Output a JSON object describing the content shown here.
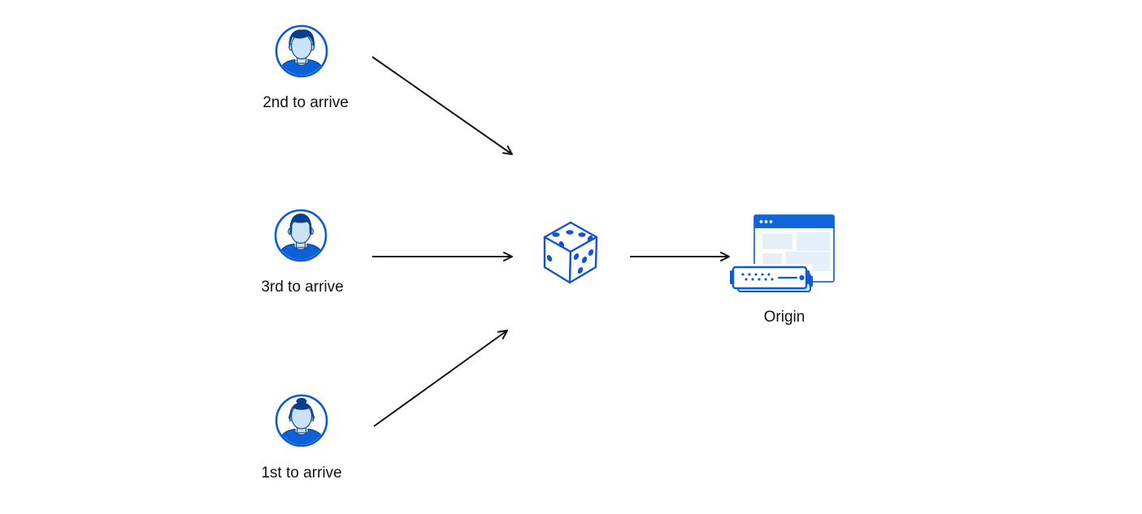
{
  "diagram": {
    "title_hint": "random-steering-to-origin-diagram",
    "colors": {
      "primary_blue": "#0B5CD5",
      "header_blue": "#1065DD",
      "dark_navy": "#0A3F8F",
      "outline_navy": "#17477E",
      "face_light_blue": "#C9E2F6",
      "pale_block_blue": "#E4EFF9",
      "server_shadow_blue": "#D4E8F8",
      "arrow_black": "#141414",
      "background": "#FFFFFF"
    },
    "nodes": {
      "user_second": {
        "label": "2nd to arrive",
        "icon": "male-avatar-swept-hair-icon"
      },
      "user_third": {
        "label": "3rd to arrive",
        "icon": "male-avatar-flat-hair-icon"
      },
      "user_first": {
        "label": "1st to arrive",
        "icon": "female-avatar-bun-icon"
      },
      "randomizer": {
        "icon": "dice-icon",
        "dice_faces": {
          "top_dots": 3,
          "left_dots": 2,
          "right_dots": 5
        }
      },
      "origin": {
        "label": "Origin",
        "icon": "origin-browser-and-server-icon"
      }
    },
    "edges": [
      {
        "from": "user_second",
        "to": "randomizer"
      },
      {
        "from": "user_third",
        "to": "randomizer"
      },
      {
        "from": "user_first",
        "to": "randomizer"
      },
      {
        "from": "randomizer",
        "to": "origin"
      }
    ]
  }
}
